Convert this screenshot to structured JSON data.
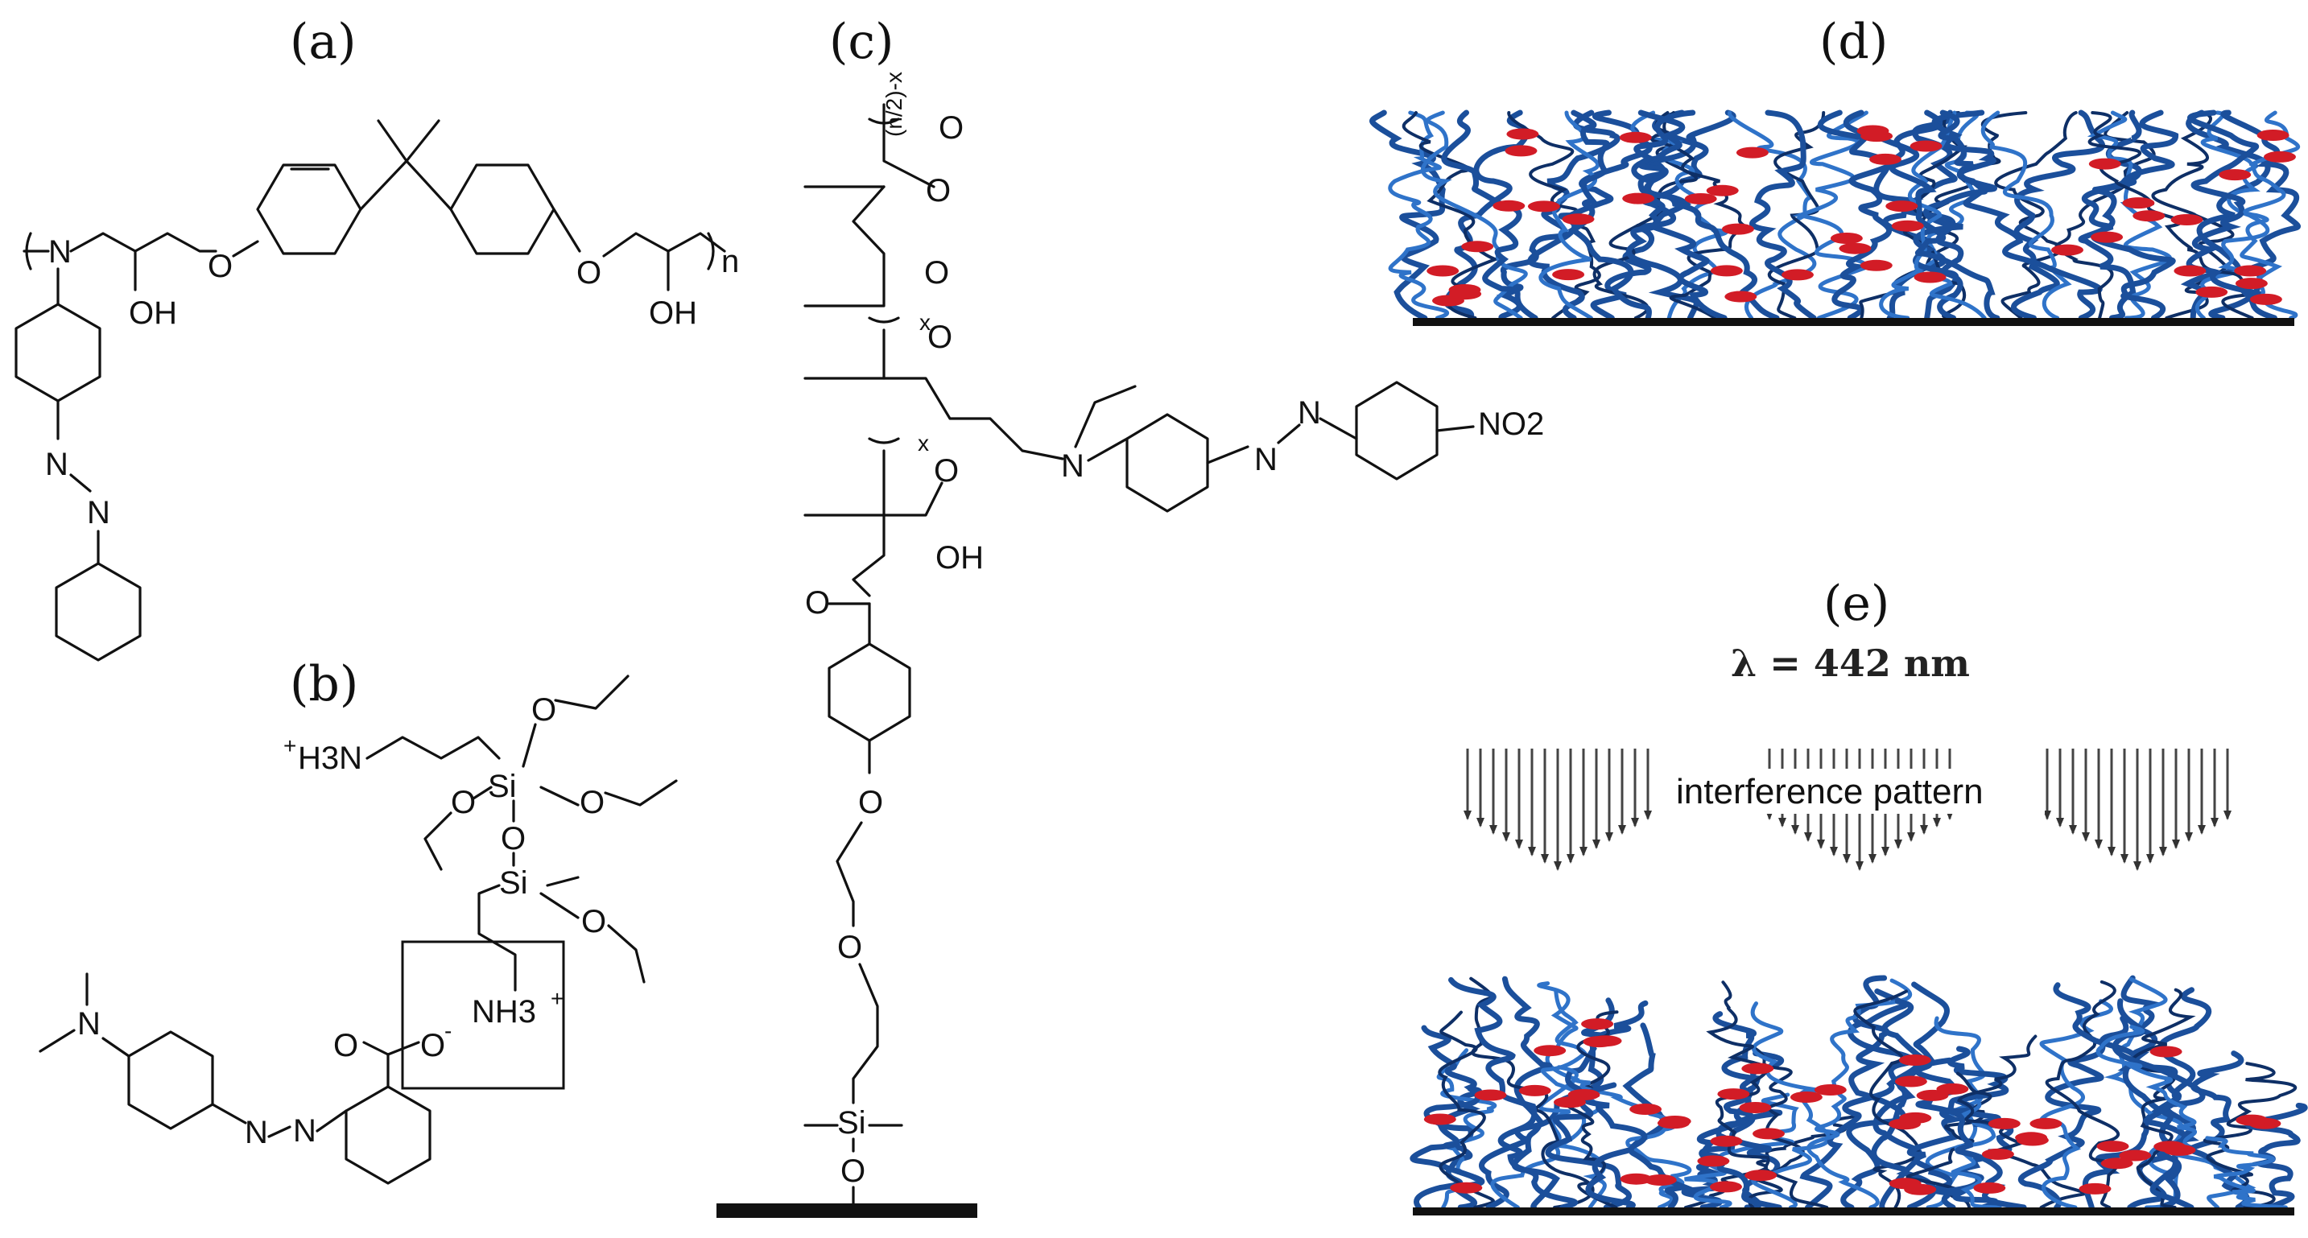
{
  "panels": {
    "a": "(a)",
    "b": "(b)",
    "c": "(c)",
    "d": "(d)",
    "e": "(e)"
  },
  "panel_a": {
    "N": "N",
    "OH1": "OH",
    "O1": "O",
    "O2": "O",
    "OH2": "OH",
    "n": "n",
    "N_azo1": "N",
    "N_azo2": "N"
  },
  "panel_b": {
    "H3N": "H3N",
    "H3N_plus": "+",
    "Si1": "Si",
    "Si2": "Si",
    "O_a": "O",
    "O_b": "O",
    "O_c": "O",
    "O_d": "O",
    "O_e": "O",
    "NH3": "NH3",
    "NH3_plus": "+",
    "N_dimethyl": "N",
    "N_azo1": "N",
    "N_azo2": "N",
    "O_carbonyl": "O",
    "O_minus": "O",
    "minus": "-"
  },
  "panel_c": {
    "subscript_top": "(n/2)-x",
    "O1": "O",
    "O2": "O",
    "O3": "O",
    "x1": "x",
    "O4": "O",
    "N": "N",
    "N_azo1": "N",
    "N_azo2": "N",
    "NO2": "NO2",
    "x2": "x",
    "O5": "O",
    "OH": "OH",
    "O6": "O",
    "O7": "O",
    "O8": "O",
    "Si": "Si",
    "O9": "O"
  },
  "panel_e": {
    "lambda_label": "λ = 442 nm",
    "interference_label": "interference pattern"
  },
  "colors": {
    "chain": "#1b4f9b",
    "dye": "#d21c26",
    "substrate": "#111111"
  }
}
